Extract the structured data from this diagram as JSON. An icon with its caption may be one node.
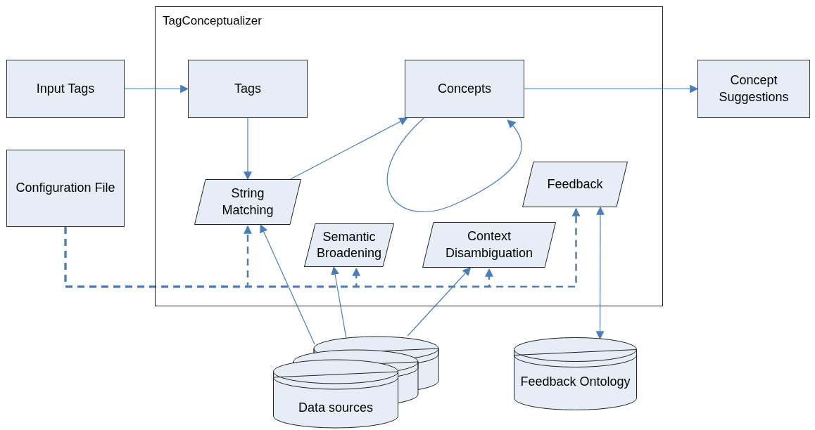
{
  "diagram": {
    "nodes": [
      {
        "text": [
          "TagConceptualizer"
        ]
      },
      {
        "text": [
          "Input Tags"
        ]
      },
      {
        "text": [
          "Tags"
        ],
        "in": 0
      },
      {
        "text": [
          "Concepts"
        ],
        "in": 0
      },
      {
        "text": [
          "Concept Suggestions"
        ]
      },
      {
        "text": [
          "Configuration File"
        ]
      },
      {
        "text": [
          "String Matching"
        ],
        "in": 0
      },
      {
        "text": [
          "Feedback"
        ],
        "in": 0
      },
      {
        "text": [
          "Semantic Broadening"
        ],
        "in": 0
      },
      {
        "text": [
          "Context Disambiguation"
        ],
        "in": 0
      },
      {
        "text": [
          "Data sources"
        ]
      },
      {
        "text": [
          "Feedback Ontology"
        ]
      }
    ],
    "edges": [
      {
        "from": 1,
        "to": 2,
        "arrow": "to"
      },
      {
        "from": 3,
        "to": 4,
        "arrow": "to"
      },
      {
        "from": 2,
        "to": 6,
        "arrow": "to"
      },
      {
        "from": 6,
        "to": 3,
        "arrow": "to"
      },
      {
        "from": 3,
        "to": 3,
        "arrow": "to"
      },
      {
        "from": 5,
        "to": 6,
        "arrow": "to",
        "style": "dashed"
      },
      {
        "from": 5,
        "to": 8,
        "arrow": "to",
        "style": "dashed"
      },
      {
        "from": 5,
        "to": 9,
        "arrow": "to",
        "style": "dashed"
      },
      {
        "from": 5,
        "to": 7,
        "arrow": "to",
        "style": "dashed"
      },
      {
        "from": 10,
        "to": 6,
        "arrow": "to"
      },
      {
        "from": 10,
        "to": 8,
        "arrow": "to"
      },
      {
        "from": 10,
        "to": 9,
        "arrow": "to"
      },
      {
        "from": 7,
        "to": 11,
        "arrow": "both"
      }
    ]
  }
}
